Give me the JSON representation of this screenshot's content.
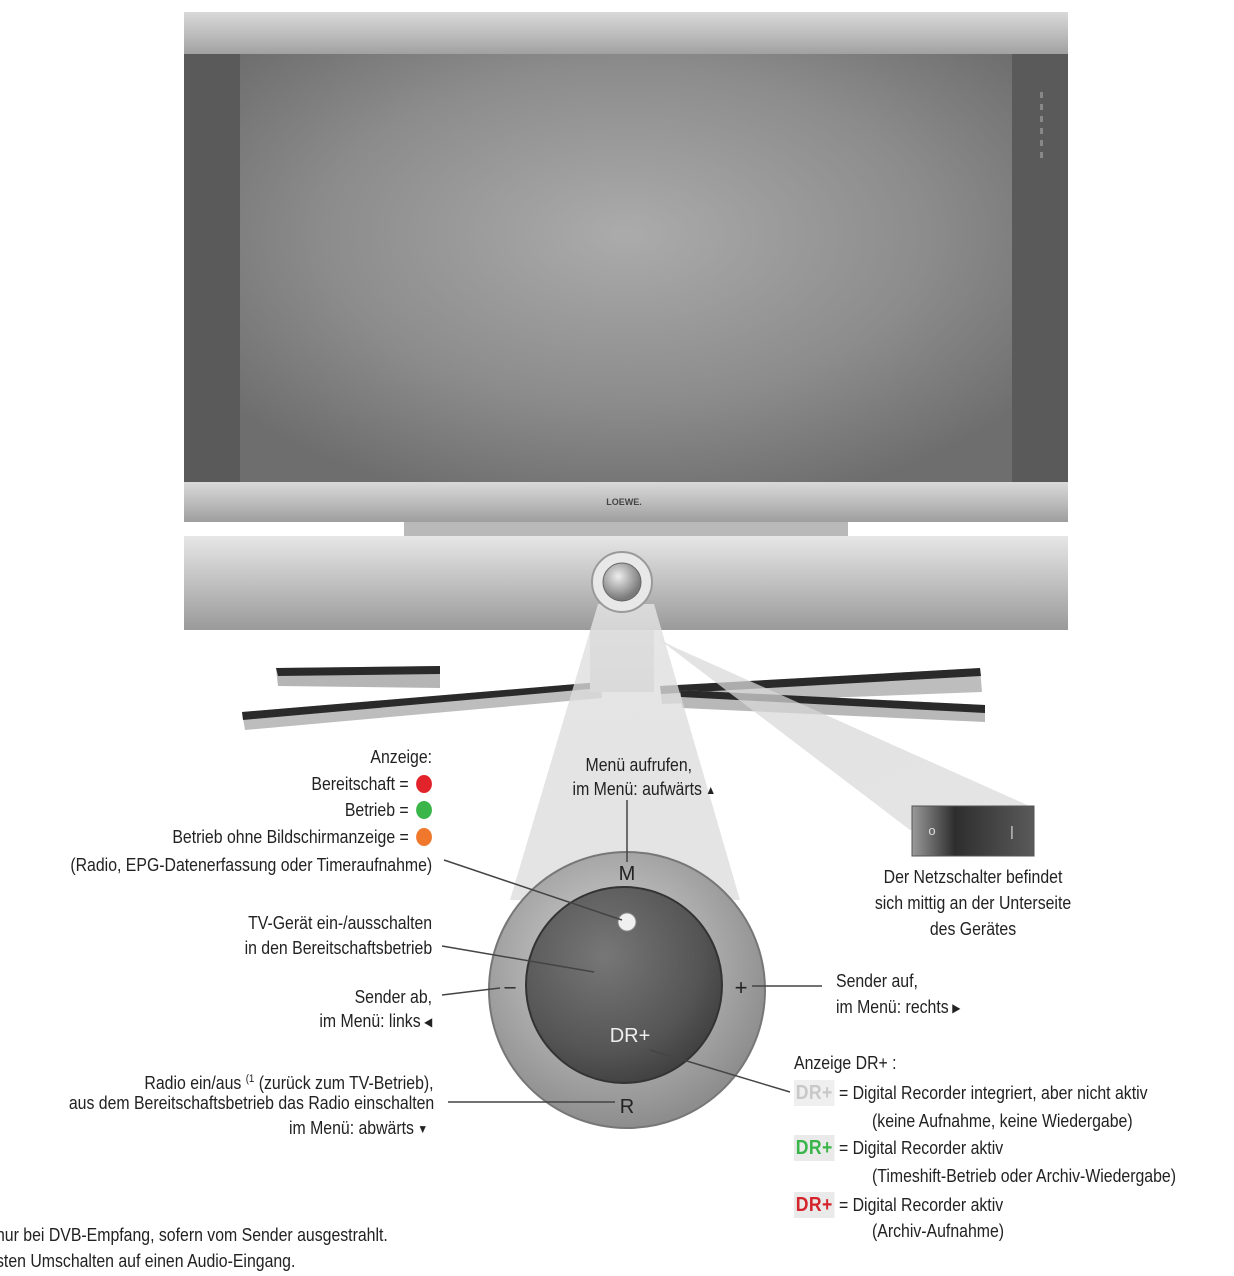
{
  "tv": {
    "brand": "LOEWE."
  },
  "buttons": {
    "m": "M",
    "r": "R",
    "minus": "–",
    "plus": "+",
    "dr": "DR+"
  },
  "switch": {
    "off": "o",
    "on": "|"
  },
  "labels": {
    "anzeige": "Anzeige:",
    "bereitschaft": "Bereitschaft =",
    "betrieb": "Betrieb =",
    "betrieb_ohne": "Betrieb ohne Bildschirmanzeige =",
    "radio_epg": "(Radio, EPG-Datenerfassung oder Timeraufnahme)",
    "menu_line1": "Menü aufrufen,",
    "menu_line2": "im Menü: aufwärts",
    "tv_line1": "TV-Gerät ein-/ausschalten",
    "tv_line2": "in den Bereitschaftsbetrieb",
    "sender_ab1": "Sender ab,",
    "sender_ab2": "im Menü: links",
    "sender_auf1": "Sender auf,",
    "sender_auf2": "im Menü: rechts",
    "radio1": "Radio ein/aus ",
    "radio1_sup": "(1",
    "radio1_rest": " (zurück zum TV-Betrieb),",
    "radio2": "aus dem Bereitschaftsbetrieb das Radio einschalten",
    "radio3": "im Menü: abwärts",
    "netz1": "Der Netzschalter befindet",
    "netz2": "sich mittig an der Unterseite",
    "netz3": "des Gerätes",
    "dr_heading": "Anzeige DR+ :",
    "dr1_badge": "DR+",
    "dr1_a": "= Digital Recorder integriert, aber nicht aktiv",
    "dr1_b": "(keine Aufnahme, keine Wiedergabe)",
    "dr2_badge": "DR+",
    "dr2_a": "= Digital Recorder aktiv",
    "dr2_b": "(Timeshift-Betrieb oder Archiv-Wiedergabe)",
    "dr3_badge": "DR+",
    "dr3_a": "= Digital Recorder aktiv",
    "dr3_b": "(Archiv-Aufnahme)",
    "foot1": "nur bei DVB-Empfang, sofern vom Sender ausgestrahlt.",
    "foot2": "sten Umschalten auf einen Audio-Eingang."
  },
  "icons": {
    "red_dot": "status-led-red",
    "green_dot": "status-led-green",
    "orange_dot": "status-led-orange",
    "arrow_up": "arrow-up-icon",
    "arrow_left": "arrow-left-icon",
    "arrow_right": "arrow-right-icon",
    "arrow_down": "arrow-down-icon"
  },
  "colors": {
    "red": "#e2232a",
    "green": "#3ab54a",
    "orange": "#f0782d",
    "dr_inactive": "#c8c8c8",
    "dr_green": "#3ab54a",
    "dr_red": "#d4242c"
  }
}
